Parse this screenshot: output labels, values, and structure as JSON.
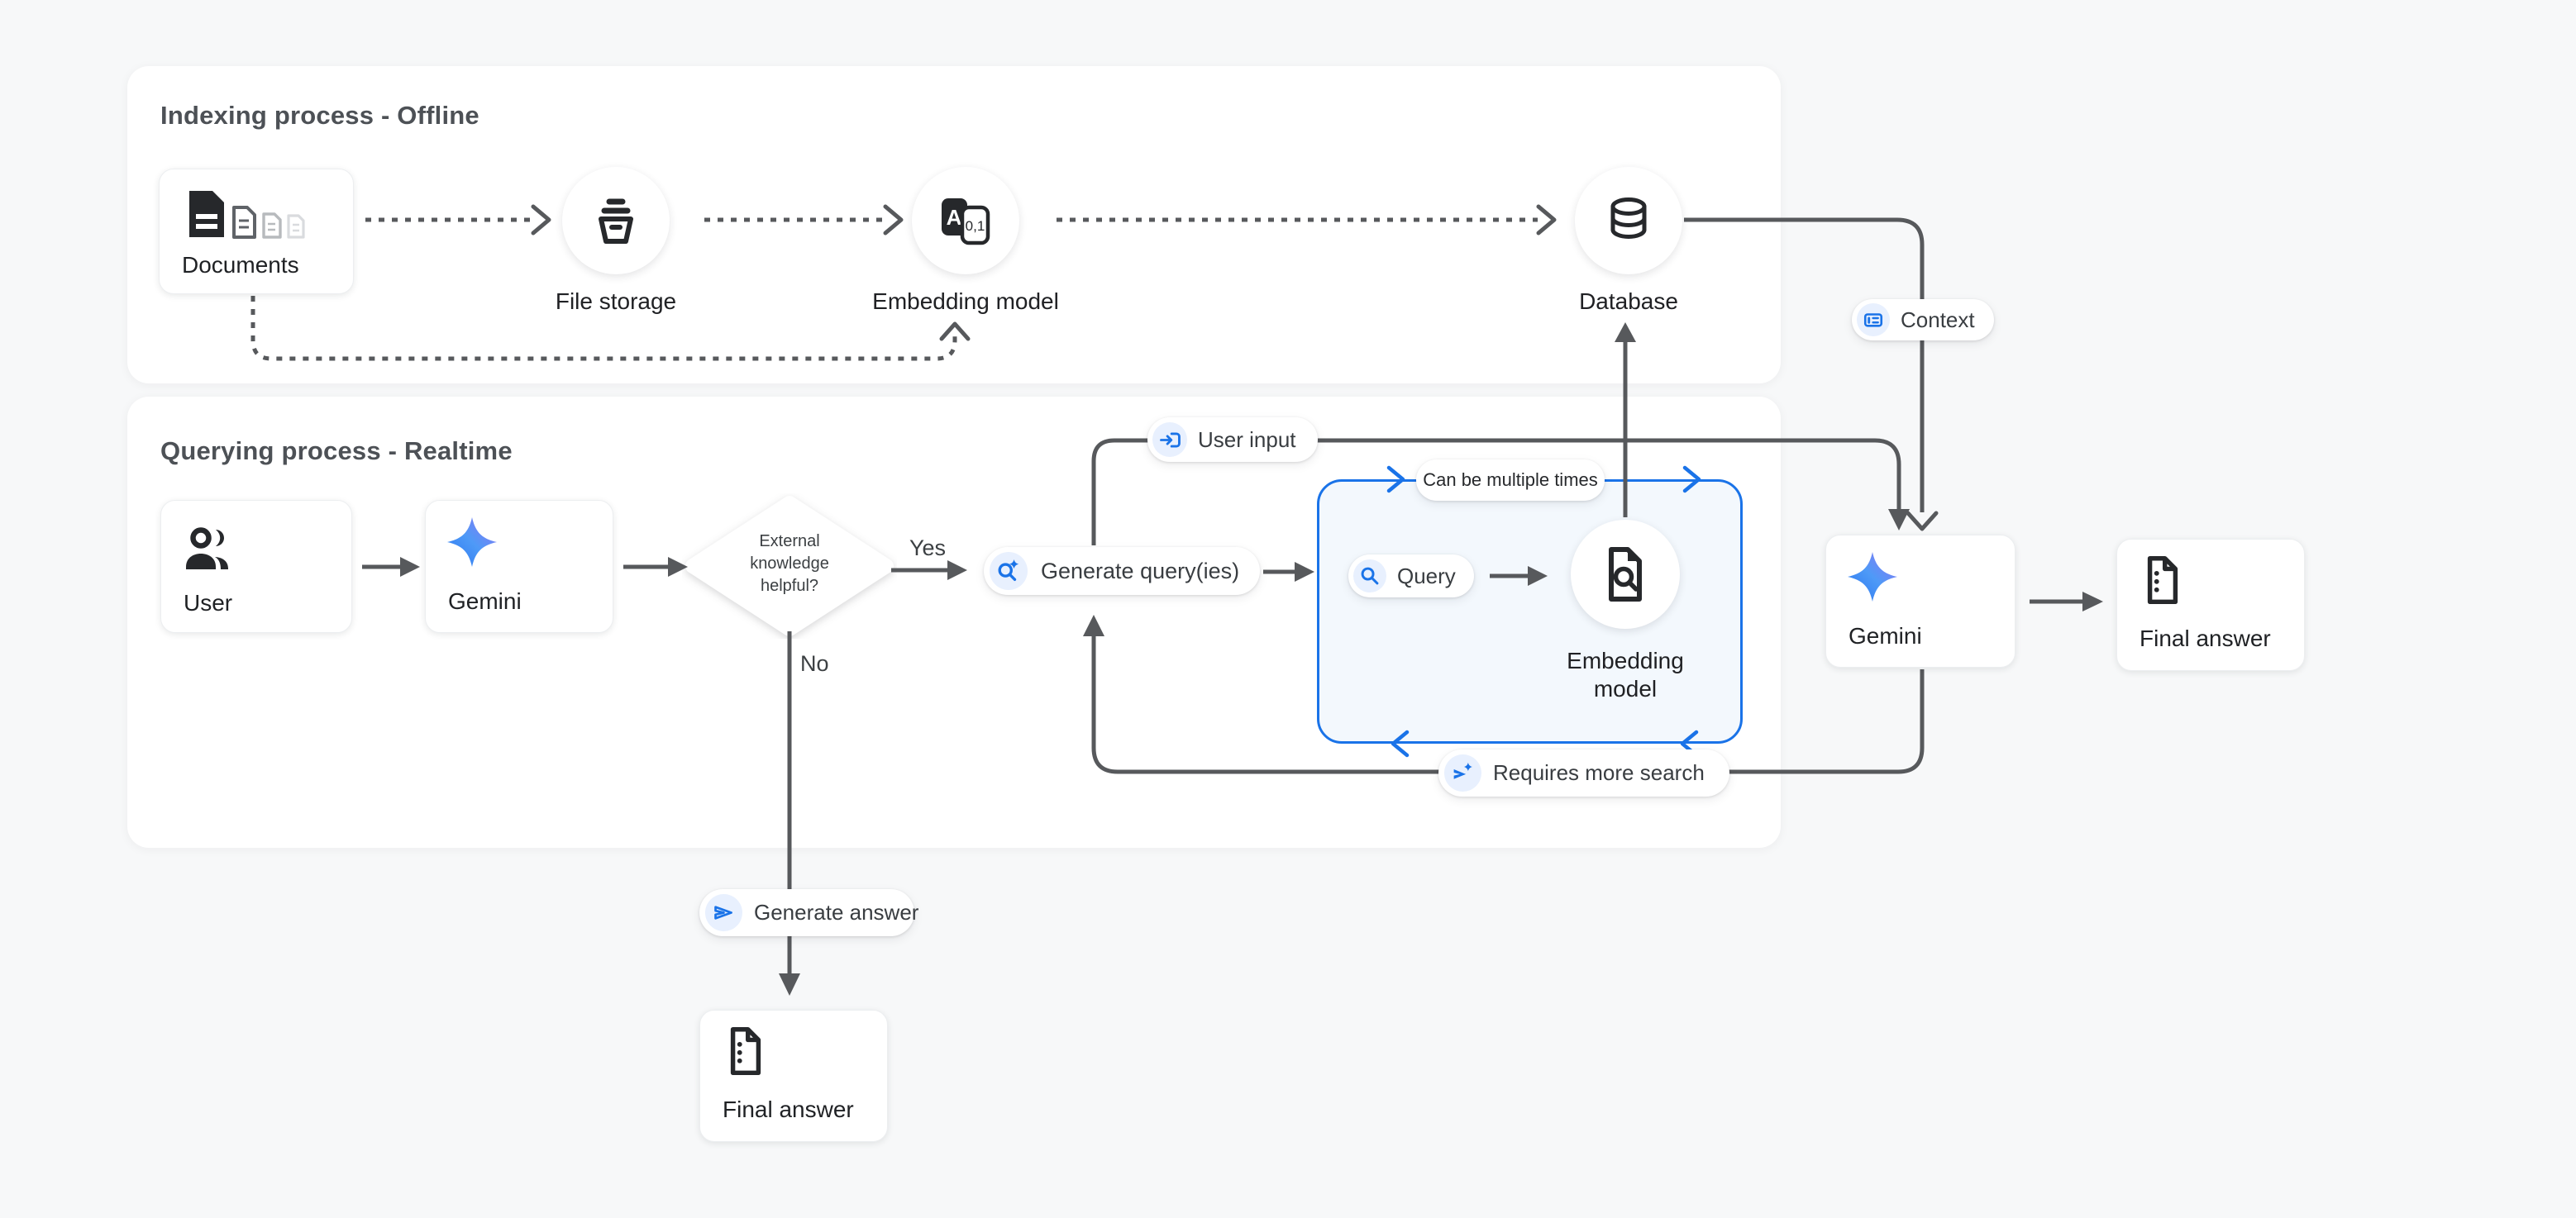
{
  "colors": {
    "background": "#f7f8f9",
    "card": "#ffffff",
    "accent_blue": "#1a73e8",
    "icon_chip_blue": "#e8f0fe",
    "line_gray": "#57595c",
    "text_dark": "#1f2124",
    "title_gray": "#4d5156",
    "loop_fill": "#f3f8fd"
  },
  "indexing": {
    "title": "Indexing process - Offline",
    "nodes": {
      "documents": {
        "label": "Documents",
        "icon": "documents-stack-icon"
      },
      "file_storage": {
        "label": "File storage",
        "icon": "storage-bucket-icon"
      },
      "embedding_model": {
        "label": "Embedding model",
        "icon": "text-to-vector-icon",
        "glyph_a": "A",
        "glyph_digits": "0,1"
      },
      "database": {
        "label": "Database",
        "icon": "database-icon"
      }
    }
  },
  "querying": {
    "title": "Querying process - Realtime",
    "nodes": {
      "user": {
        "label": "User",
        "icon": "users-icon"
      },
      "gemini": {
        "label": "Gemini",
        "icon": "gemini-star-icon"
      },
      "decision": {
        "label": "External knowledge helpful?",
        "lines": [
          "External",
          "knowledge",
          "helpful?"
        ]
      },
      "generate_queries": {
        "label": "Generate query(ies)",
        "icon": "search-sparkle-icon"
      },
      "query": {
        "label": "Query",
        "icon": "search-icon"
      },
      "embedding_model": {
        "label": "Embedding model",
        "lines": [
          "Embedding",
          "model"
        ],
        "icon": "file-search-icon"
      },
      "final_answer": {
        "label": "Final answer",
        "icon": "document-icon"
      }
    },
    "edges": {
      "yes": "Yes",
      "no": "No"
    },
    "loop_annotation": "Can be multiple times"
  },
  "output": {
    "gemini": {
      "label": "Gemini",
      "icon": "gemini-star-icon"
    },
    "final_answer": {
      "label": "Final answer",
      "icon": "document-icon"
    }
  },
  "pills": {
    "context": {
      "label": "Context",
      "icon": "article-icon"
    },
    "user_input": {
      "label": "User input",
      "icon": "input-arrow-icon"
    },
    "requires_more_search": {
      "label": "Requires more search",
      "icon": "send-sparkle-icon"
    },
    "generate_answer": {
      "label": "Generate answer",
      "icon": "send-icon"
    }
  }
}
